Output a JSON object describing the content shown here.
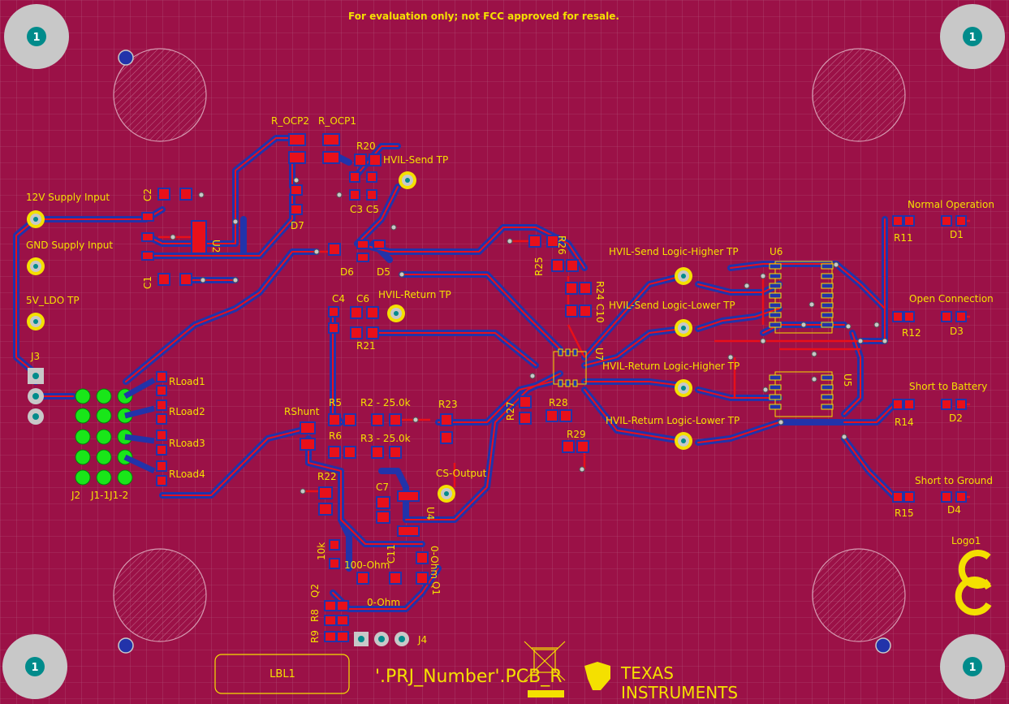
{
  "colors": {
    "board": "#9b1147",
    "grid": "#b3557c",
    "top_copper": "#e8101a",
    "bottom_copper": "#2233aa",
    "silkscreen": "#f4e000",
    "pad": "#e8101a",
    "hole": "#008b8b",
    "mount_pad": "#c8c8c8",
    "header_pad": "#19e619"
  },
  "notice": "For evaluation only; not FCC approved for resale.",
  "mounting_holes": {
    "number": "1"
  },
  "test_points": {
    "supply_12v": "12V Supply Input",
    "gnd_supply": "GND Supply Input",
    "ldo_5v": "5V_LDO TP",
    "hvil_send": "HVIL-Send TP",
    "hvil_return": "HVIL-Return TP",
    "send_logic_higher": "HVIL-Send Logic-Higher TP",
    "send_logic_lower": "HVIL-Send Logic-Lower TP",
    "return_logic_higher": "HVIL-Return Logic-Higher TP",
    "return_logic_lower": "HVIL-Return Logic-Lower TP",
    "cs_output": "CS-Output"
  },
  "status_labels": {
    "normal": "Normal Operation",
    "open": "Open Connection",
    "short_battery": "Short to Battery",
    "short_ground": "Short to Ground"
  },
  "designators": {
    "r_ocp2": "R_OCP2",
    "r_ocp1": "R_OCP1",
    "r20": "R20",
    "c2": "C2",
    "c1": "C1",
    "u2": "U2",
    "d7": "D7",
    "c3c5": "C3 C5",
    "d6": "D6",
    "d5": "D5",
    "c4": "C4",
    "c6": "C6",
    "r21": "R21",
    "j3": "J3",
    "j2": "J2",
    "j1": "J1-1J1-2",
    "rload1": "RLoad1",
    "rload2": "RLoad2",
    "rload3": "RLoad3",
    "rload4": "RLoad4",
    "rshunt": "RShunt",
    "r5": "R5",
    "r6": "R6",
    "r2": "R2 - 25.0k",
    "r3": "R3 - 25.0k",
    "r23": "R23",
    "r22": "R22",
    "c7": "C7",
    "u4": "U4",
    "r10k": "10k",
    "c11": "C11",
    "r100": "100-Ohm",
    "r0a": "0-Ohm",
    "r0b": "0-Ohm",
    "q1": "Q1",
    "q2": "Q2",
    "r8": "R8",
    "r9": "R9",
    "j4": "J4",
    "r26": "R26",
    "r25": "R25",
    "r24": "R24",
    "c10": "C10",
    "u6": "U6",
    "u7": "U7",
    "u5": "U5",
    "r27": "R27",
    "r28": "R28",
    "r29": "R29",
    "r11": "R11",
    "d1": "D1",
    "r12": "R12",
    "d3": "D3",
    "r14": "R14",
    "d2": "D2",
    "r15": "R15",
    "d4": "D4",
    "logo": "Logo1",
    "lbl1": "LBL1"
  },
  "footer": {
    "project_number": "'.PRJ_Number'.PCB_R",
    "brand_line1": "TEXAS",
    "brand_line2": "INSTRUMENTS"
  }
}
